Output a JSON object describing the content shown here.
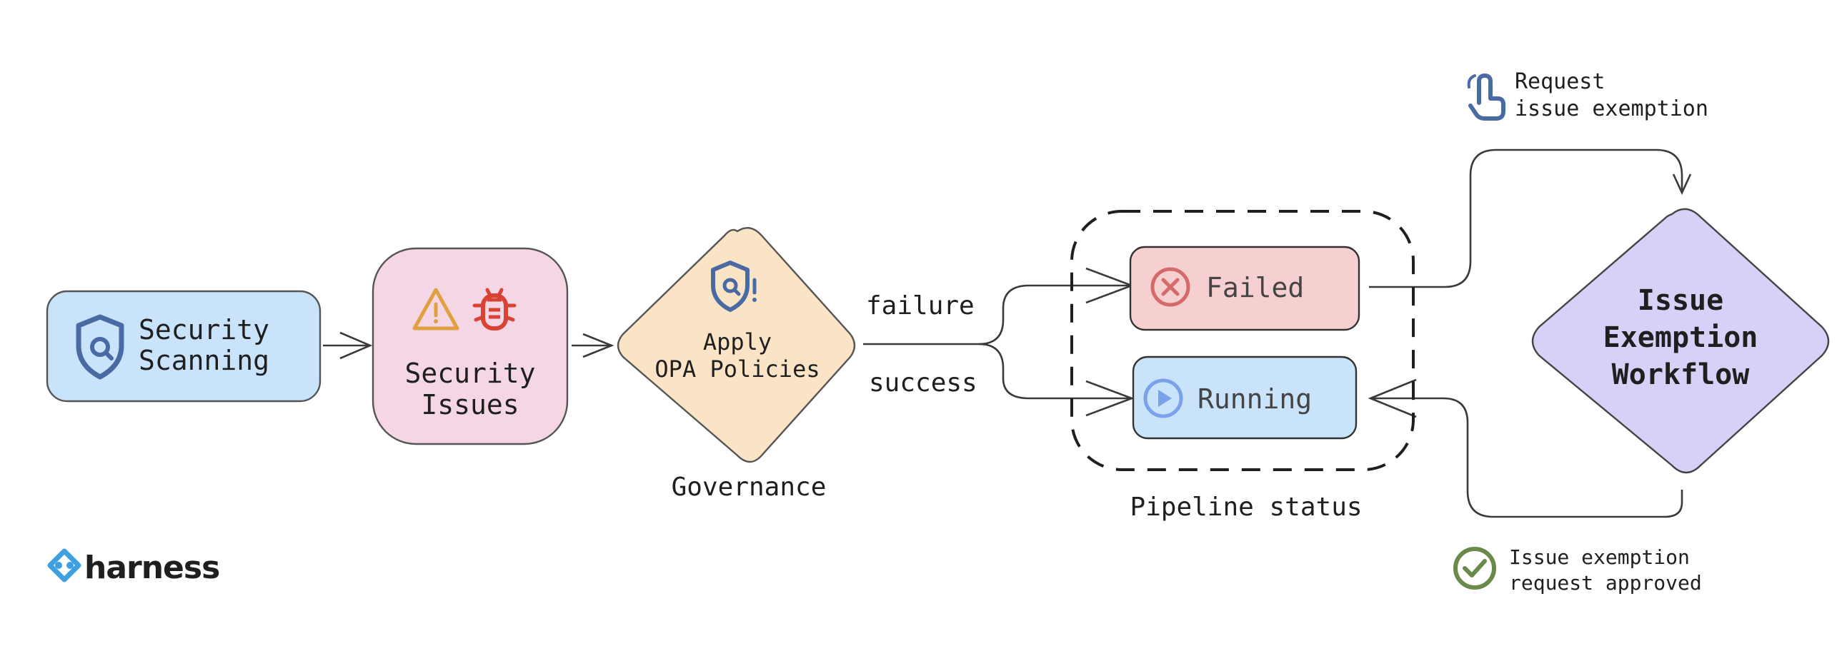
{
  "nodes": {
    "security_scanning": {
      "line1": "Security",
      "line2": "Scanning",
      "fill": "#c9e3fa",
      "icon": "shield-search-icon"
    },
    "security_issues": {
      "line1": "Security",
      "line2": "Issues",
      "fill": "#f5d6e4",
      "icons": [
        "warning-triangle-icon",
        "bug-icon"
      ]
    },
    "opa_policies": {
      "line1": "Apply",
      "line2": "OPA Policies",
      "fill": "#fbe4c6",
      "icon": "shield-alert-icon"
    },
    "failed": {
      "label": "Failed",
      "fill": "#f6cfd0",
      "icon": "x-circle-icon"
    },
    "running": {
      "label": "Running",
      "fill": "#c9e3fa",
      "icon": "play-circle-icon"
    },
    "exemption_workflow": {
      "line1": "Issue",
      "line2": "Exemption",
      "line3": "Workflow",
      "fill": "#d9d0f7"
    }
  },
  "edges": {
    "failure_label": "failure",
    "success_label": "success"
  },
  "captions": {
    "governance": "Governance",
    "pipeline_status": "Pipeline status"
  },
  "notes": {
    "request": {
      "line1": "Request",
      "line2": "issue exemption",
      "icon": "pointer-hand-icon"
    },
    "approved": {
      "line1": "Issue exemption",
      "line2": "request approved",
      "icon": "check-circle-icon"
    }
  },
  "brand": {
    "name": "harness",
    "icon": "harness-logo-icon"
  },
  "colors": {
    "icon_blue": "#4a6aa4",
    "warning_orange": "#e0a040",
    "bug_red": "#d84333",
    "failed_icon": "#d46a6a",
    "running_icon": "#7aa2ea",
    "approved_green": "#6a8a4a",
    "logo_blue": "#3fa0e0"
  }
}
